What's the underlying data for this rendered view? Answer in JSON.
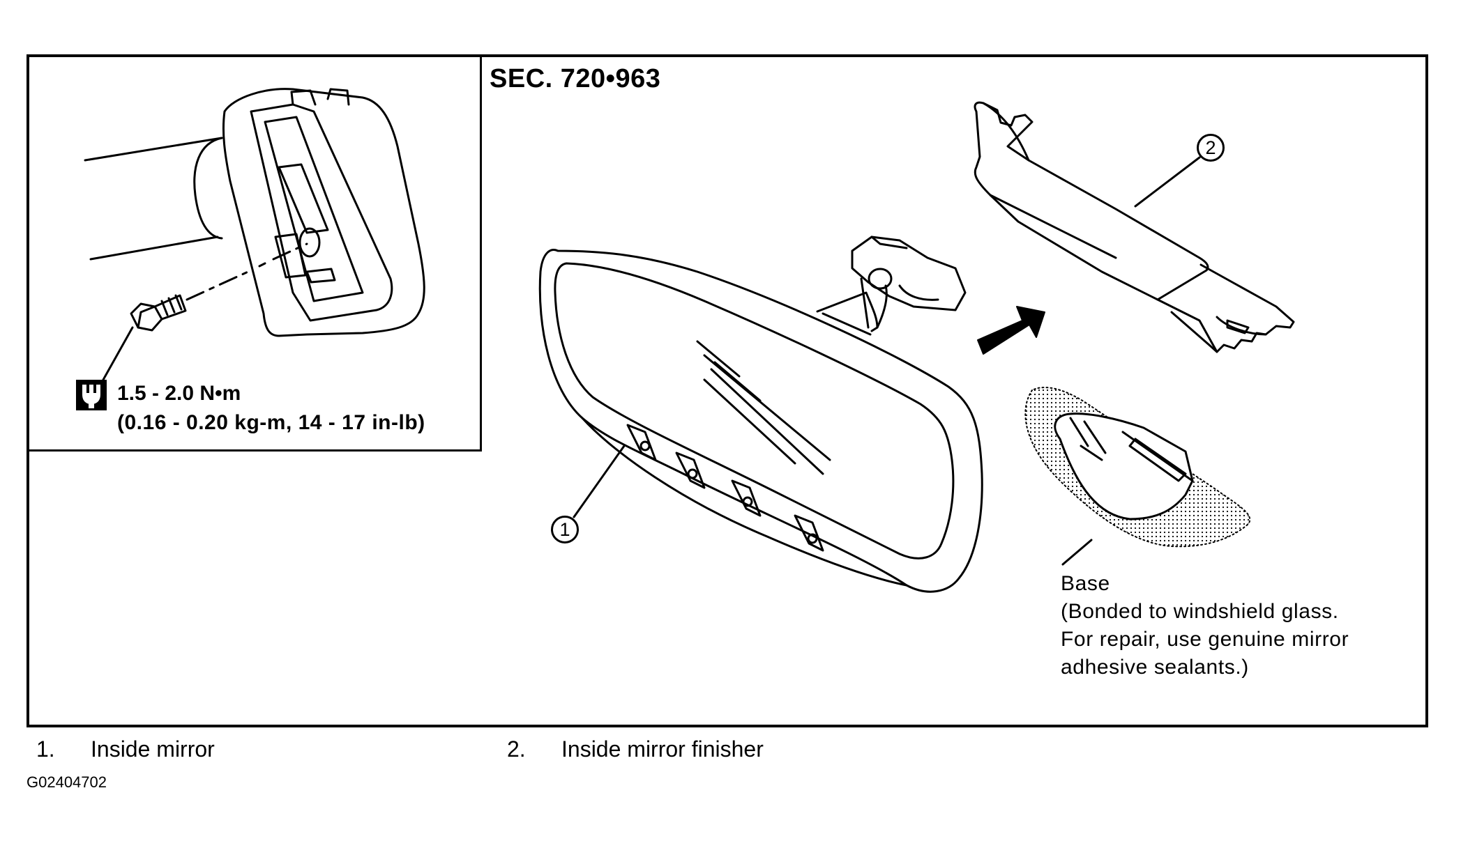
{
  "section_label": "SEC. 720•963",
  "torque": {
    "icon": "torque-wrench-icon",
    "line1": "1.5 - 2.0 N•m",
    "line2": "(0.16 - 0.20 kg-m, 14 -  17 in-lb)"
  },
  "callouts": {
    "mirror": "1",
    "finisher": "2"
  },
  "base_note": {
    "line1": "Base",
    "line2": "(Bonded to windshield glass.",
    "line3": "For repair, use genuine mirror",
    "line4": "adhesive sealants.)"
  },
  "legend": [
    {
      "number": "1.",
      "label": "Inside mirror"
    },
    {
      "number": "2.",
      "label": "Inside mirror finisher"
    }
  ],
  "figure_id": "G02404702"
}
